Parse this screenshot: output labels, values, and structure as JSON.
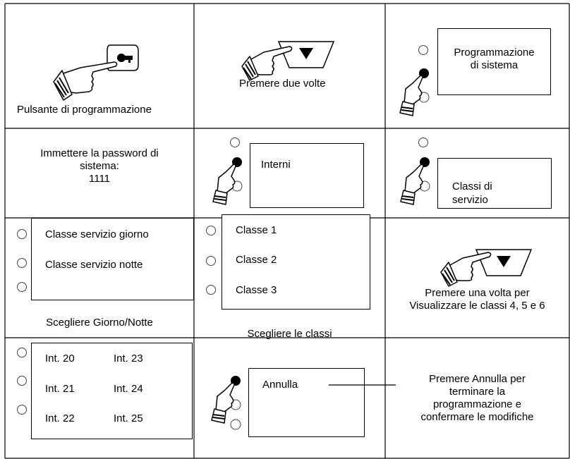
{
  "r1": {
    "c1": {
      "caption": "Pulsante di programmazione",
      "hand_icon": "pointing-hand-icon",
      "key_icon": "key-icon"
    },
    "c2": {
      "caption": "Premere due volte",
      "hand_icon": "pointing-hand-icon",
      "arrow_icon": "down-arrow-icon"
    },
    "c3": {
      "display_line1": "Programmazione",
      "display_line2": "di sistema",
      "hand_icon": "pointing-hand-icon"
    }
  },
  "r2": {
    "c1": {
      "line1": "Immettere la password di",
      "line2": "sistema:",
      "line3": "1111"
    },
    "c2": {
      "display": "Interni",
      "hand_icon": "pointing-hand-icon"
    },
    "c3": {
      "display_line1": "Classi di",
      "display_line2": "servizio",
      "hand_icon": "pointing-hand-icon"
    }
  },
  "r3": {
    "c1": {
      "items": [
        "Classe servizio giorno",
        "Classe servizio notte"
      ],
      "caption": "Scegliere Giorno/Notte"
    },
    "c2": {
      "items": [
        "Classe 1",
        "Classe 2",
        "Classe 3"
      ],
      "caption": "Scegliere le classi"
    },
    "c3": {
      "line1": "Premere una volta per",
      "line2": "Visualizzare le classi 4, 5 e 6",
      "hand_icon": "pointing-hand-icon",
      "arrow_icon": "down-arrow-icon"
    }
  },
  "r4": {
    "c1": {
      "col1": [
        "Int. 20",
        "Int. 21",
        "Int. 22"
      ],
      "col2": [
        "Int. 23",
        "Int. 24",
        "Int. 25"
      ]
    },
    "c2": {
      "display": "Annulla",
      "hand_icon": "pointing-hand-icon"
    },
    "c3": {
      "line1": "Premere Annulla per",
      "line2": "terminare la",
      "line3": "programmazione e",
      "line4": "confermare le modifiche"
    }
  }
}
